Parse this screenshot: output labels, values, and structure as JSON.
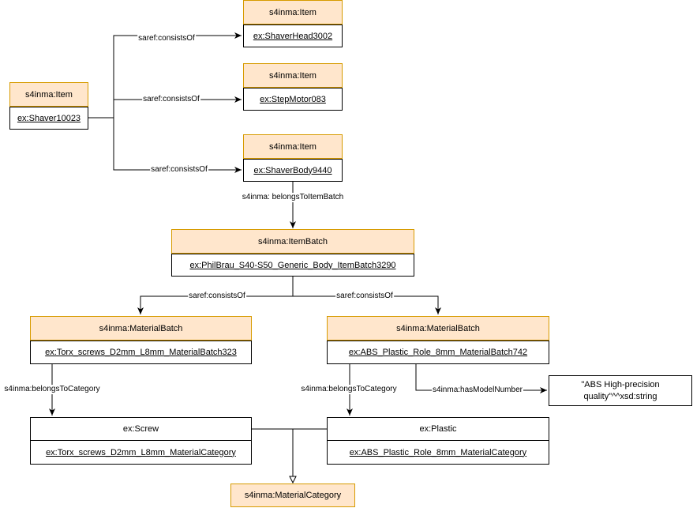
{
  "nodes": {
    "shaver": {
      "type": "s4inma:Item",
      "name": "ex:Shaver10023"
    },
    "head": {
      "type": "s4inma:Item",
      "name": "ex:ShaverHead3002"
    },
    "motor": {
      "type": "s4inma:Item",
      "name": "ex:StepMotor083"
    },
    "body": {
      "type": "s4inma:Item",
      "name": "ex:ShaverBody9440"
    },
    "batch": {
      "type": "s4inma:ItemBatch",
      "name": "ex:PhilBrau_S40-S50_Generic_Body_ItemBatch3290"
    },
    "mb1": {
      "type": "s4inma:MaterialBatch",
      "name": "ex:Torx_screws_D2mm_L8mm_MaterialBatch323"
    },
    "mb2": {
      "type": "s4inma:MaterialBatch",
      "name": "ex:ABS_Plastic_Role_8mm_MaterialBatch742"
    },
    "screw": {
      "type": "ex:Screw",
      "name": "ex:Torx_screws_D2mm_L8mm_MaterialCategory"
    },
    "plastic": {
      "type": "ex:Plastic",
      "name": "ex:ABS_Plastic_Role_8mm_MaterialCategory"
    },
    "matcat": {
      "type": "s4inma:MaterialCategory"
    },
    "literal": {
      "line1": "\"ABS High-precision",
      "line2": "quality\"^^xsd:string"
    }
  },
  "edges": {
    "consists1": "saref:consistsOf",
    "consists2": "saref:consistsOf",
    "consists3": "saref:consistsOf",
    "belongsBatch": "s4inma: belongsToItemBatch",
    "consists4": "saref:consistsOf",
    "consists5": "saref:consistsOf",
    "belongsCat1": "s4inma:belongsToCategory",
    "belongsCat2": "s4inma:belongsToCategory",
    "hasModel": "s4inma:hasModelNumber"
  }
}
